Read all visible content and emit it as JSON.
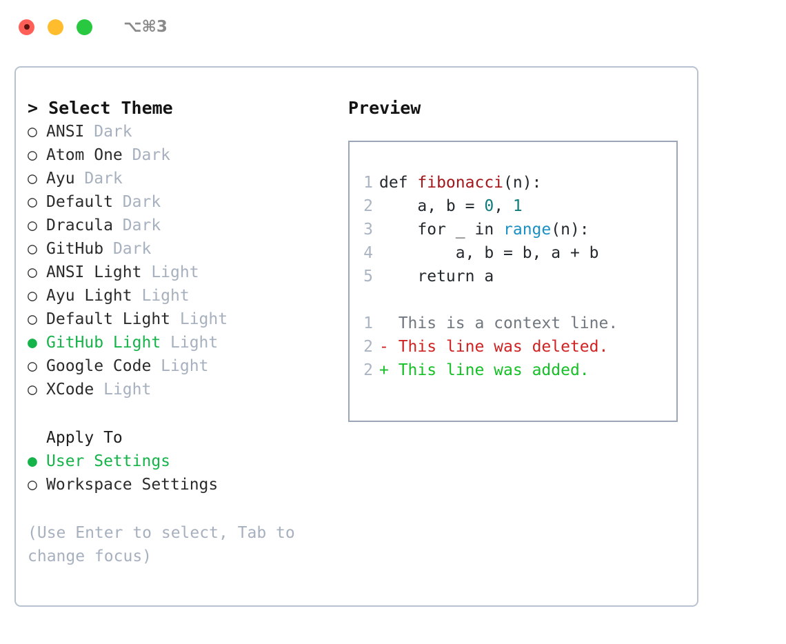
{
  "window": {
    "shortcut": "⌥⌘3",
    "traffic_lights": [
      {
        "name": "close",
        "color": "#ff5f57"
      },
      {
        "name": "minimize",
        "color": "#ffbd2e"
      },
      {
        "name": "maximize",
        "color": "#28c840"
      }
    ]
  },
  "theme_picker": {
    "heading": "> Select Theme",
    "options": [
      {
        "bullet": "○",
        "label": "ANSI",
        "tag": " Dark",
        "selected": false
      },
      {
        "bullet": "○",
        "label": "Atom One",
        "tag": " Dark",
        "selected": false
      },
      {
        "bullet": "○",
        "label": "Ayu",
        "tag": " Dark",
        "selected": false
      },
      {
        "bullet": "○",
        "label": "Default",
        "tag": " Dark",
        "selected": false
      },
      {
        "bullet": "○",
        "label": "Dracula",
        "tag": " Dark",
        "selected": false
      },
      {
        "bullet": "○",
        "label": "GitHub",
        "tag": " Dark",
        "selected": false
      },
      {
        "bullet": "○",
        "label": "ANSI Light",
        "tag": " Light",
        "selected": false
      },
      {
        "bullet": "○",
        "label": "Ayu Light",
        "tag": " Light",
        "selected": false
      },
      {
        "bullet": "○",
        "label": "Default Light",
        "tag": " Light",
        "selected": false
      },
      {
        "bullet": "●",
        "label": "GitHub Light",
        "tag": " Light",
        "selected": true
      },
      {
        "bullet": "○",
        "label": "Google Code",
        "tag": " Light",
        "selected": false
      },
      {
        "bullet": "○",
        "label": "XCode",
        "tag": " Light",
        "selected": false
      }
    ]
  },
  "apply_to": {
    "heading": "Apply To",
    "options": [
      {
        "bullet": "●",
        "label": "User Settings",
        "selected": true
      },
      {
        "bullet": "○",
        "label": "Workspace Settings",
        "selected": false
      }
    ]
  },
  "hint": "(Use Enter to select, Tab to change focus)",
  "preview": {
    "title": "Preview",
    "code_lines": [
      {
        "no": "1",
        "tokens": [
          {
            "t": "def ",
            "c": "tok-plain"
          },
          {
            "t": "fibonacci",
            "c": "tok-fn"
          },
          {
            "t": "(n):",
            "c": "tok-plain"
          }
        ]
      },
      {
        "no": "2",
        "tokens": [
          {
            "t": "    a, b = ",
            "c": "tok-plain"
          },
          {
            "t": "0",
            "c": "tok-num"
          },
          {
            "t": ", ",
            "c": "tok-plain"
          },
          {
            "t": "1",
            "c": "tok-num"
          }
        ]
      },
      {
        "no": "3",
        "tokens": [
          {
            "t": "    for _ in ",
            "c": "tok-plain"
          },
          {
            "t": "range",
            "c": "tok-call"
          },
          {
            "t": "(n):",
            "c": "tok-plain"
          }
        ]
      },
      {
        "no": "4",
        "tokens": [
          {
            "t": "        a, b = b, a + b",
            "c": "tok-plain"
          }
        ]
      },
      {
        "no": "5",
        "tokens": [
          {
            "t": "    return a",
            "c": "tok-plain"
          }
        ]
      }
    ],
    "diff_lines": [
      {
        "no": "1",
        "marker": "  ",
        "text": "This is a context line.",
        "kind": "diff-ctx"
      },
      {
        "no": "2",
        "marker": "- ",
        "text": "This line was deleted.",
        "kind": "diff-del"
      },
      {
        "no": "2",
        "marker": "+ ",
        "text": "This line was added.",
        "kind": "diff-add"
      }
    ]
  },
  "colors": {
    "accent_green": "#16b34a",
    "muted": "#a7b0be",
    "border": "#b9c2d0",
    "preview_border": "#9aa5b5",
    "code_fn": "#a4161a",
    "code_num": "#0f7b7b",
    "code_call": "#1a8fc4",
    "diff_add": "#15c026",
    "diff_del": "#cf2222"
  }
}
